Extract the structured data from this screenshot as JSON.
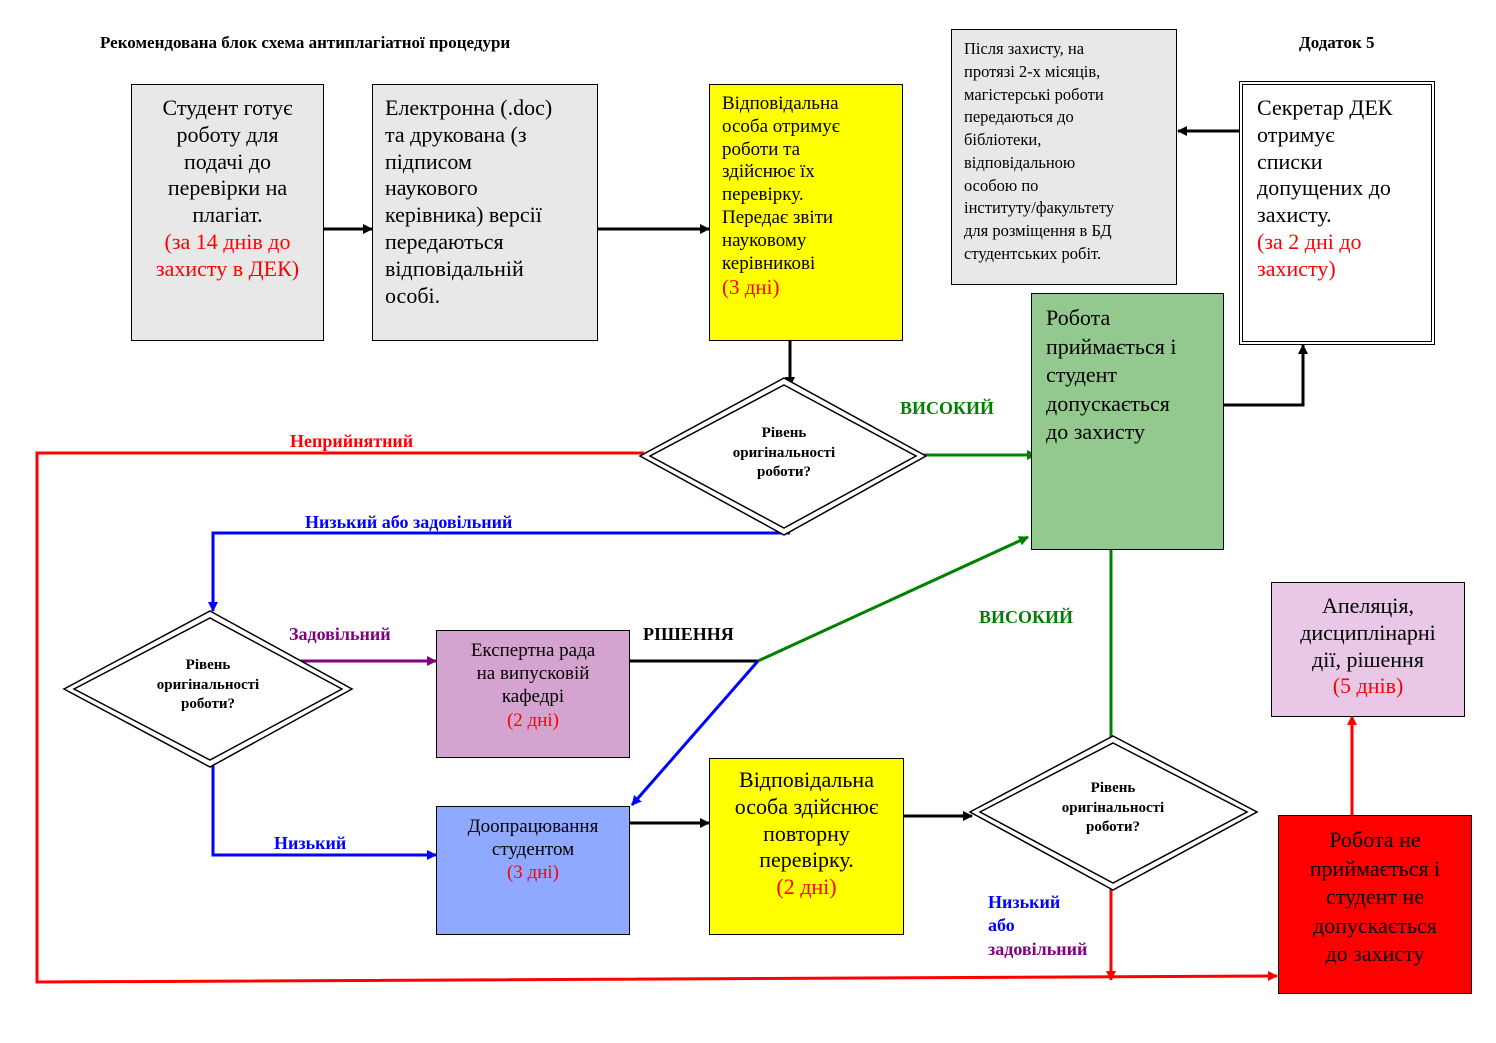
{
  "header": {
    "title": "Рекомендована блок схема антиплагіатної процедури",
    "appendix": "Додаток 5"
  },
  "boxes": {
    "student_prep": {
      "lines": [
        "Студент готує",
        "роботу для",
        "подачі до",
        "перевірки на",
        "плагіат."
      ],
      "note": [
        "(за 14 днів до",
        "захисту в ДЕК)"
      ]
    },
    "electronic": {
      "lines": [
        "Електронна (.doc)",
        "та друкована (з",
        "підписом",
        "наукового",
        "керівника) версії",
        "передаються",
        "відповідальній",
        "особі."
      ]
    },
    "responsible_check": {
      "lines": [
        "Відповідальна",
        "особа отримує",
        "роботи та",
        "здійснює їх",
        "перевірку.",
        "Передає звіти",
        "науковому",
        "керівникові"
      ],
      "note": "(3 дні)"
    },
    "after_defense": {
      "lines": [
        "Після захисту, на",
        "протязі 2-х місяців,",
        "магістерські роботи",
        "передаються до",
        "бібліотеки,",
        "відповідальною",
        "особою по",
        "інституту/факультету",
        "для розміщення в БД",
        "студентських робіт."
      ]
    },
    "secretary": {
      "lines": [
        "Секретар ДЕК",
        "отримує",
        "списки",
        "допущених до",
        "захисту."
      ],
      "note": [
        "(за 2 дні до",
        "захисту)"
      ]
    },
    "accepted": {
      "lines": [
        "Робота",
        "приймається і",
        "студент",
        "допускається",
        "до захисту"
      ]
    },
    "expert_council": {
      "lines": [
        "Експертна рада",
        "на випусковій",
        "кафедрі"
      ],
      "note": "(2 дні)"
    },
    "revision": {
      "lines": [
        "Доопрацювання",
        "студентом"
      ],
      "note": "(3 дні)"
    },
    "recheck": {
      "lines": [
        "Відповідальна",
        "особа здійснює",
        "повторну",
        "перевірку."
      ],
      "note": "(2 дні)"
    },
    "appeal": {
      "lines": [
        "Апеляція,",
        "дисциплінарні",
        "дії, рішення"
      ],
      "note": "(5 днів)"
    },
    "rejected": {
      "lines": [
        "Робота не",
        "приймається і",
        "студент не",
        "допускається",
        "до захисту"
      ]
    }
  },
  "decisions": {
    "d1": [
      "Рівень",
      "оригінальності",
      "роботи?"
    ],
    "d2": [
      "Рівень",
      "оригінальності",
      "роботи?"
    ],
    "d3": [
      "Рівень",
      "оригінальності",
      "роботи?"
    ]
  },
  "labels": {
    "high1": "ВИСОКИЙ",
    "unacceptable": "Неприйнятний",
    "low_or_sat": "Низький або задовільний",
    "satisfactory": "Задовільний",
    "decision": "РІШЕННЯ",
    "high2": "ВИСОКИЙ",
    "low": "Низький",
    "low3_a": "Низький",
    "low3_b": "або",
    "low3_c": "задовільний"
  },
  "colors": {
    "gray": "#e8e8e8",
    "yellow": "#ffff00",
    "green_box": "#93c88e",
    "purple_box": "#d4a3d0",
    "blue_box": "#8ea9ff",
    "pink_box": "#e8c8e6",
    "red_box": "#ff0000",
    "green_line": "#008000",
    "red_line": "#ff0000",
    "blue_line": "#0000ff",
    "purple_line": "#800080"
  }
}
